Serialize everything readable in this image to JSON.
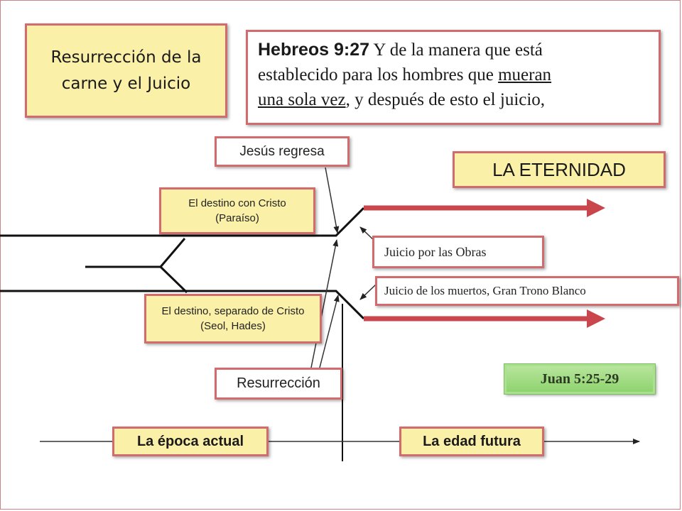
{
  "title": "Resurrección de la carne y el Juicio",
  "title_lines": [
    "Resurrección de la",
    "carne y el Juicio"
  ],
  "verse": {
    "reference": "Hebreos 9:27",
    "line1_rest": " Y de la manera que está",
    "line2_plain": "establecido para los hombres que ",
    "line2_underlined": "mueran",
    "line3_underlined": "una sola vez",
    "line3_rest": ", y después de esto el juicio,"
  },
  "labels": {
    "jesus_returns": "Jesús regresa",
    "eternity": "LA ETERNIDAD",
    "destiny_christ": "El destino con Cristo (Paraíso)",
    "judgment_works": "Juicio por las Obras",
    "judgment_dead": "Juicio de los muertos, Gran Trono Blanco",
    "destiny_separated": "El destino, separado de Cristo (Seol, Hades)",
    "resurrection": "Resurrección",
    "john_ref": "Juan 5:25-29",
    "present_age": "La época actual",
    "future_age": "La edad futura"
  },
  "colors": {
    "border_red": "#d26b6e",
    "arrow_red": "#c9464c",
    "yellow_fill": "#fbf0a8",
    "green_fill": "#9fdb7f"
  }
}
